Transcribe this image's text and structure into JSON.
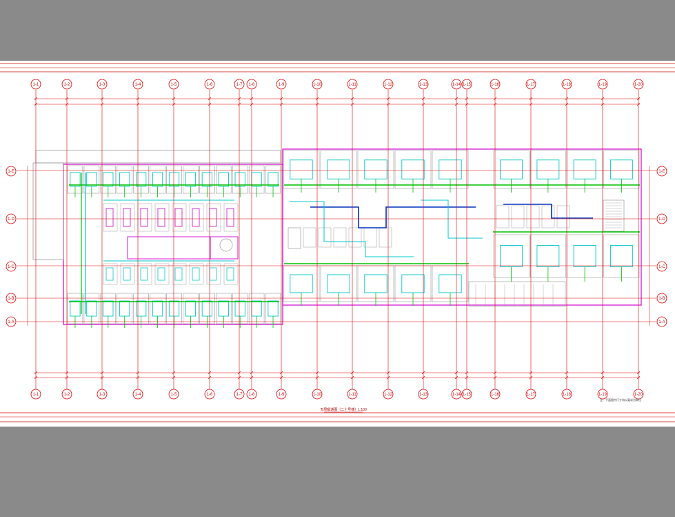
{
  "drawing": {
    "title": "五层暖通图（二十号楼）1:100",
    "note": "注：平面图中尺寸均以毫米为单位"
  },
  "grid": {
    "columns": [
      "1-1",
      "1-2",
      "1-3",
      "1-4",
      "1-5",
      "1-6",
      "1-7",
      "1-8",
      "1-9",
      "1-10",
      "1-11",
      "1-12",
      "1-13",
      "1-14",
      "1-15",
      "1-16",
      "1-17",
      "1-18",
      "1-19",
      "1-20"
    ],
    "rows": [
      "1-E",
      "1-D",
      "1-C",
      "1-B",
      "1-A"
    ]
  },
  "colors": {
    "background": "#8a8a8a",
    "sheet": "#ffffff",
    "axis": "#e00000",
    "wall": "#9a9a9a",
    "duct": "#00c8c8",
    "pipe": "#00c000",
    "magenta": "#d000d0",
    "blue": "#0030c0"
  }
}
